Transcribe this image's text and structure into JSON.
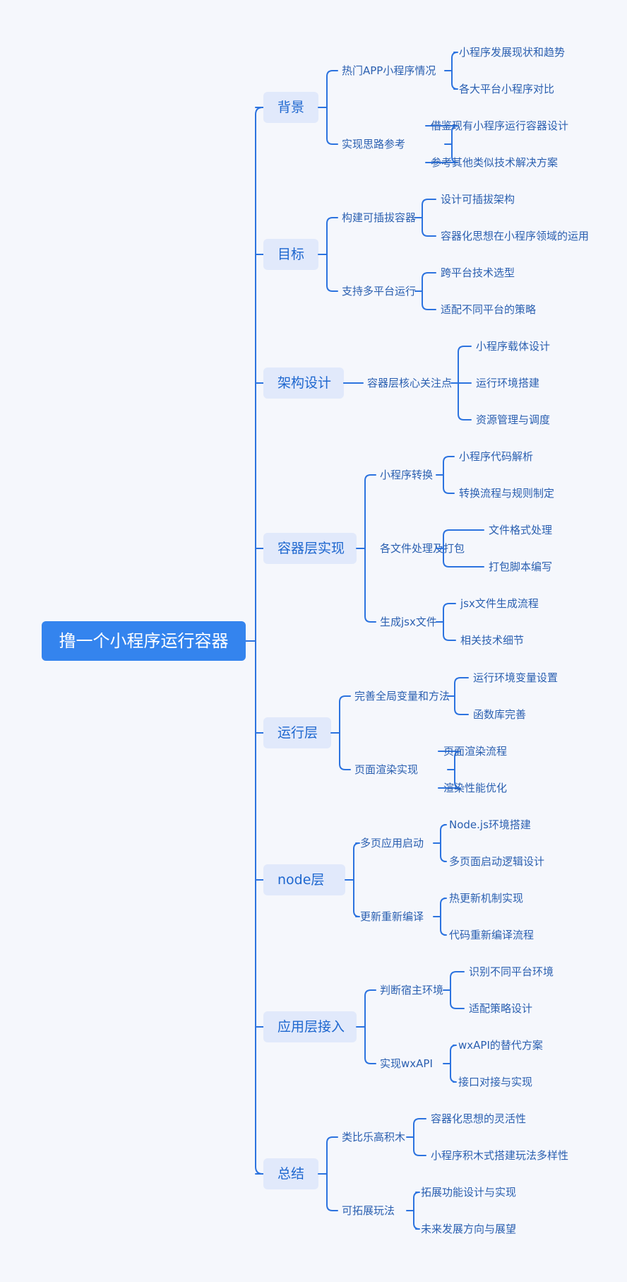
{
  "root": "撸一个小程序运行容器",
  "branches": [
    {
      "label": "背景",
      "children": [
        {
          "label": "热门APP小程序情况",
          "children": [
            "小程序发展现状和趋势",
            "各大平台小程序对比"
          ]
        },
        {
          "label": "实现思路参考",
          "children": [
            "借鉴现有小程序运行容器设计",
            "参考其他类似技术解决方案"
          ]
        }
      ]
    },
    {
      "label": "目标",
      "children": [
        {
          "label": "构建可插拔容器",
          "children": [
            "设计可插拔架构",
            "容器化思想在小程序领域的运用"
          ]
        },
        {
          "label": "支持多平台运行",
          "children": [
            "跨平台技术选型",
            "适配不同平台的策略"
          ]
        }
      ]
    },
    {
      "label": "架构设计",
      "children": [
        {
          "label": "容器层核心关注点",
          "children": [
            "小程序载体设计",
            "运行环境搭建",
            "资源管理与调度"
          ]
        }
      ]
    },
    {
      "label": "容器层实现",
      "children": [
        {
          "label": "小程序转换",
          "children": [
            "小程序代码解析",
            "转换流程与规则制定"
          ]
        },
        {
          "label": "各文件处理及打包",
          "children": [
            "文件格式处理",
            "打包脚本编写"
          ]
        },
        {
          "label": "生成jsx文件",
          "children": [
            "jsx文件生成流程",
            "相关技术细节"
          ]
        }
      ]
    },
    {
      "label": "运行层",
      "children": [
        {
          "label": "完善全局变量和方法",
          "children": [
            "运行环境变量设置",
            "函数库完善"
          ]
        },
        {
          "label": "页面渲染实现",
          "children": [
            "页面渲染流程",
            "渲染性能优化"
          ]
        }
      ]
    },
    {
      "label": "node层",
      "children": [
        {
          "label": "多页应用启动",
          "children": [
            "Node.js环境搭建",
            "多页面启动逻辑设计"
          ]
        },
        {
          "label": "更新重新编译",
          "children": [
            "热更新机制实现",
            "代码重新编译流程"
          ]
        }
      ]
    },
    {
      "label": "应用层接入",
      "children": [
        {
          "label": "判断宿主环境",
          "children": [
            "识别不同平台环境",
            "适配策略设计"
          ]
        },
        {
          "label": "实现wxAPI",
          "children": [
            "wxAPI的替代方案",
            "接口对接与实现"
          ]
        }
      ]
    },
    {
      "label": "总结",
      "children": [
        {
          "label": "类比乐高积木",
          "children": [
            "容器化思想的灵活性",
            "小程序积木式搭建玩法多样性"
          ]
        },
        {
          "label": "可拓展玩法",
          "children": [
            "拓展功能设计与实现",
            "未来发展方向与展望"
          ]
        }
      ]
    }
  ],
  "colors": {
    "line": "#2c73df",
    "root_fill": "#3484ee",
    "branch_fill": "#e1e9fb",
    "text": "#2a5fb0"
  }
}
